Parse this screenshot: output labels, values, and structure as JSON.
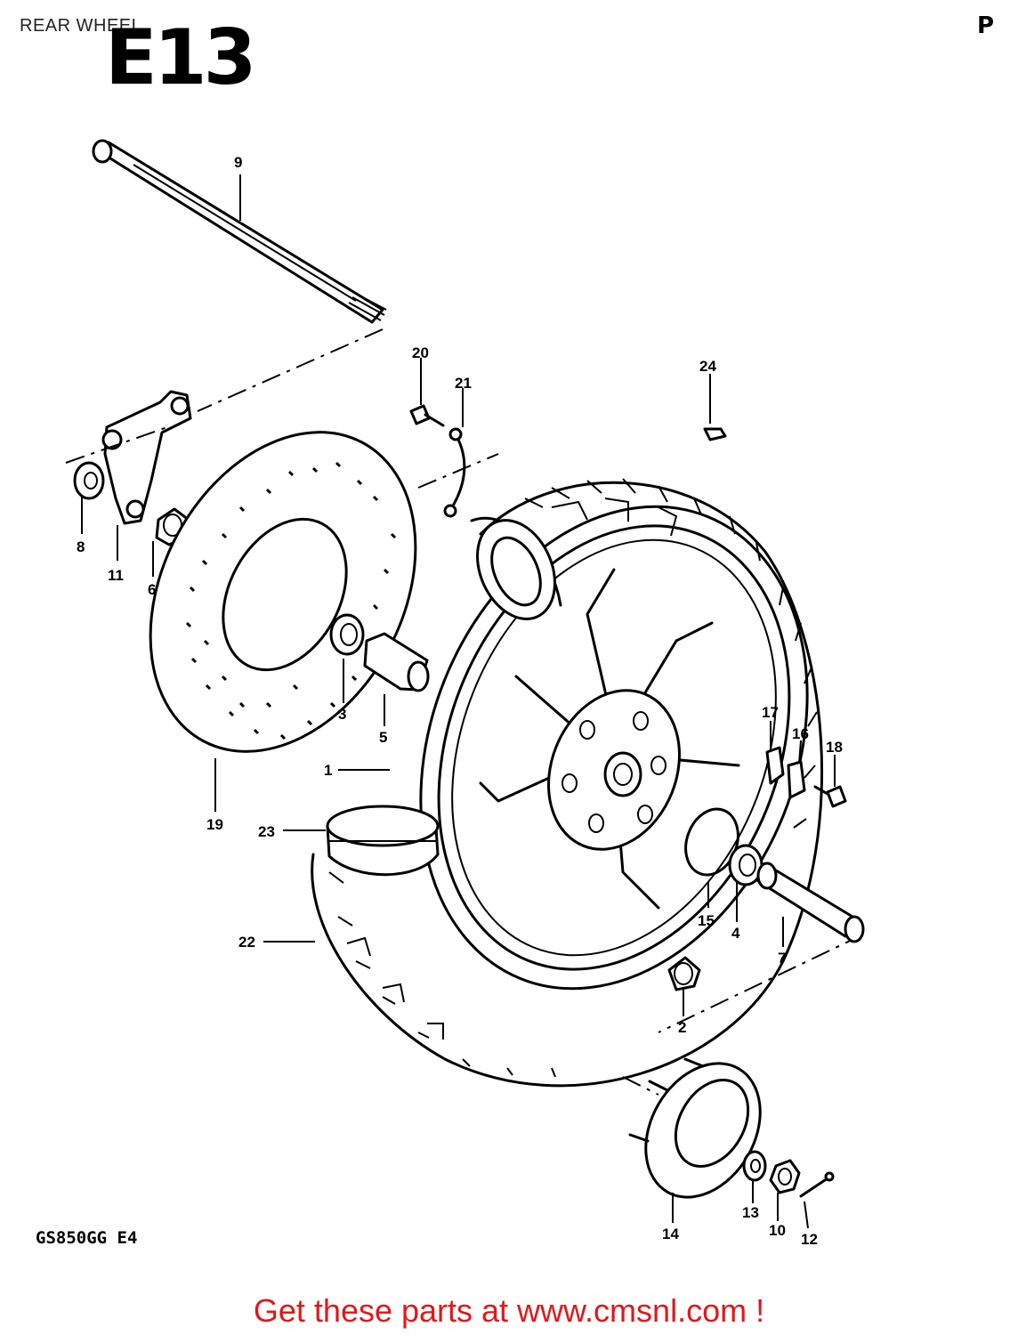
{
  "header": {
    "title": "REAR WHEEL",
    "section_code": "E13",
    "corner_mark": "P"
  },
  "model_code": "GS850GG  E4",
  "footer": {
    "banner": "Get these parts at www.cmsnl.com !"
  },
  "part_numbers": {
    "p1": "1",
    "p2": "2",
    "p3": "3",
    "p4": "4",
    "p5": "5",
    "p6": "6",
    "p7": "7",
    "p8": "8",
    "p9": "9",
    "p10": "10",
    "p11": "11",
    "p12": "12",
    "p13": "13",
    "p14": "14",
    "p15": "15",
    "p16": "16",
    "p17": "17",
    "p18": "18",
    "p19": "19",
    "p20": "20",
    "p21": "21",
    "p22": "22",
    "p23": "23",
    "p24": "24"
  }
}
